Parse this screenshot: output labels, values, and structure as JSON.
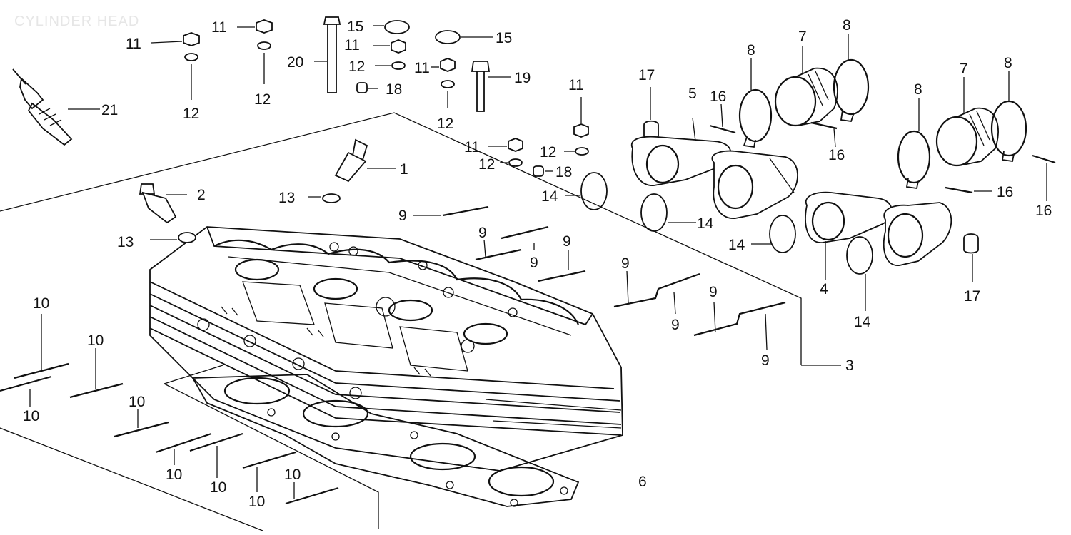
{
  "title": "CYLINDER HEAD",
  "callouts": {
    "c1": "1",
    "c2": "2",
    "c3": "3",
    "c4": "4",
    "c5": "5",
    "c6": "6",
    "c7a": "7",
    "c7b": "7",
    "c8a": "8",
    "c8b": "8",
    "c8c": "8",
    "c8d": "8",
    "c9a": "9",
    "c9b": "9",
    "c9c": "9",
    "c9d": "9",
    "c9e": "9",
    "c9f": "9",
    "c9g": "9",
    "c9h": "9",
    "c10a": "10",
    "c10b": "10",
    "c10c": "10",
    "c10d": "10",
    "c10e": "10",
    "c10f": "10",
    "c10g": "10",
    "c10h": "10",
    "c11a": "11",
    "c11b": "11",
    "c11c": "11",
    "c11d": "11",
    "c11e": "11",
    "c11f": "11",
    "c12a": "12",
    "c12b": "12",
    "c12c": "12",
    "c12d": "12",
    "c12e": "12",
    "c12f": "12",
    "c13a": "13",
    "c13b": "13",
    "c14a": "14",
    "c14b": "14",
    "c14c": "14",
    "c14d": "14",
    "c15a": "15",
    "c15b": "15",
    "c16a": "16",
    "c16b": "16",
    "c16c": "16",
    "c16d": "16",
    "c17a": "17",
    "c17b": "17",
    "c18a": "18",
    "c18b": "18",
    "c19": "19",
    "c20": "20",
    "c21": "21"
  }
}
